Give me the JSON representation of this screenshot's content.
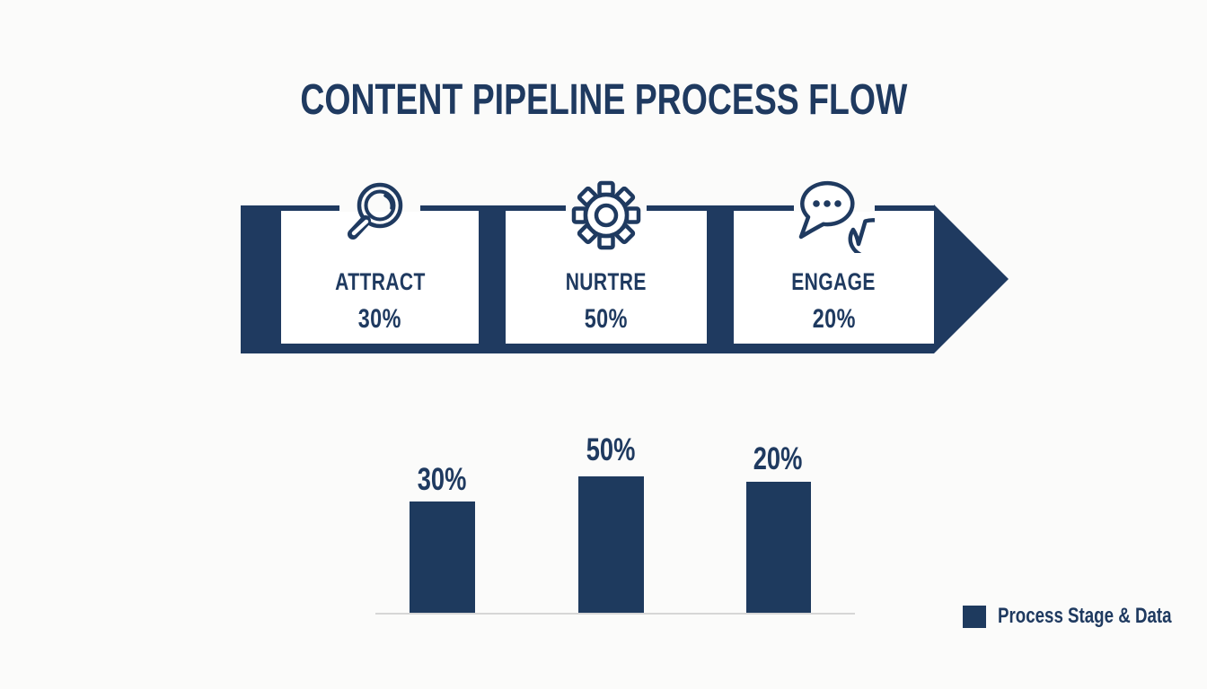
{
  "page": {
    "title": "CONTENT PIPELINE PROCESS FLOW",
    "background": "#fbfbfa"
  },
  "colors": {
    "navy": "#1f3a60",
    "bar_fill": "#1e3a5e",
    "box_fill": "#ffffff",
    "baseline_gray": "#d6d6d6"
  },
  "flow": {
    "stages": [
      {
        "label": "ATTRACT",
        "value": "30%",
        "icon": "magnifying-glass-icon"
      },
      {
        "label": "NURTRE",
        "value": "50%",
        "icon": "gear-icon"
      },
      {
        "label": "ENGAGE",
        "value": "20%",
        "icon": "chat-bubbles-icon"
      }
    ]
  },
  "chart": {
    "bar_labels": [
      "30%",
      "50%",
      "20%"
    ]
  },
  "legend": {
    "label": "Process Stage & Data"
  },
  "chart_data": {
    "type": "bar",
    "title": "Content Pipeline Process Flow",
    "categories": [
      "ATTRACT",
      "NURTRE",
      "ENGAGE"
    ],
    "values": [
      30,
      50,
      20
    ],
    "data_labels": [
      "30%",
      "50%",
      "20%"
    ],
    "xlabel": "",
    "ylabel": "",
    "grid": false,
    "legend": [
      "Process Stage & Data"
    ],
    "legend_position": "bottom-right",
    "note": "rendered bar heights are not strictly proportional: approx px heights 124, 152, 146"
  }
}
